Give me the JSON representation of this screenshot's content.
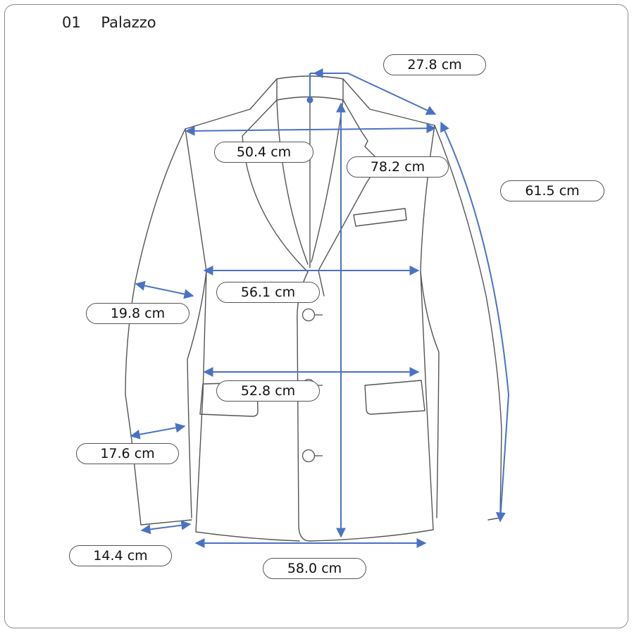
{
  "header": {
    "number": "01",
    "name": "Palazzo"
  },
  "colors": {
    "garment_line": "#555555",
    "measure_line": "#4a72c4",
    "frame": "#8c8c8c"
  },
  "measurements": {
    "shoulder_to_collar": "27.8 cm",
    "sleeve_length": "61.5 cm",
    "shoulder_width": "50.4 cm",
    "body_length": "78.2 cm",
    "chest_width": "56.1 cm",
    "upper_arm": "19.8 cm",
    "waist_width": "52.8 cm",
    "forearm": "17.6 cm",
    "cuff": "14.4 cm",
    "hem_width": "58.0 cm"
  }
}
